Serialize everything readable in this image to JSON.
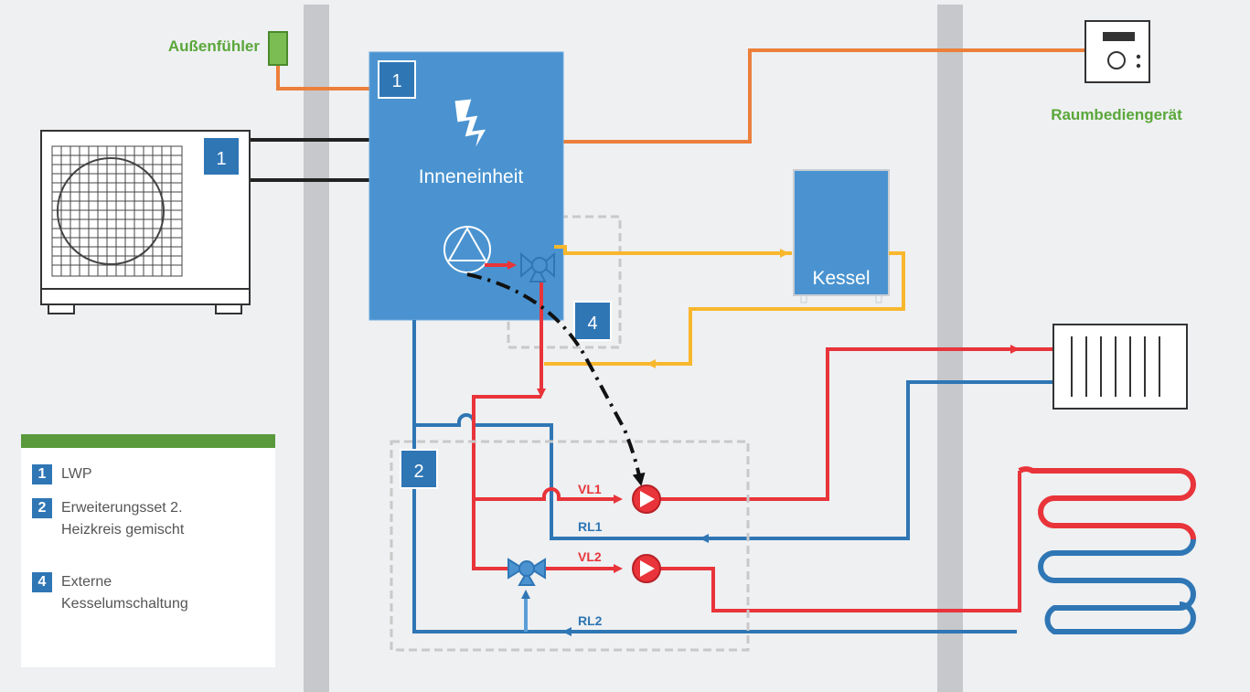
{
  "labels": {
    "aussenfuehler": "Außenfühler",
    "raumbediengeraet": "Raumbediengerät",
    "inneneinheit": "Inneneinheit",
    "kessel": "Kessel",
    "vl1": "VL1",
    "rl1": "RL1",
    "vl2": "VL2",
    "rl2": "RL2"
  },
  "badges": {
    "outdoor_unit": "1",
    "indoor_unit": "1",
    "boiler_switch": "4",
    "extension_set": "2"
  },
  "legend": {
    "items": [
      {
        "num": "1",
        "text": "LWP"
      },
      {
        "num": "2",
        "text": "Erweiterungsset 2.\nHeizkreis gemischt"
      },
      {
        "num": "4",
        "text": "Externe\nKesselumschaltung"
      }
    ]
  },
  "colors": {
    "supply_red": "#e8343a",
    "return_blue": "#2f76b5",
    "boiler_yellow": "#f9b72d",
    "signal_orange": "#ec7f3a",
    "sensor_green": "#5aa73a",
    "unit_blue": "#4a93d0",
    "legend_green": "#5a9a3c"
  }
}
